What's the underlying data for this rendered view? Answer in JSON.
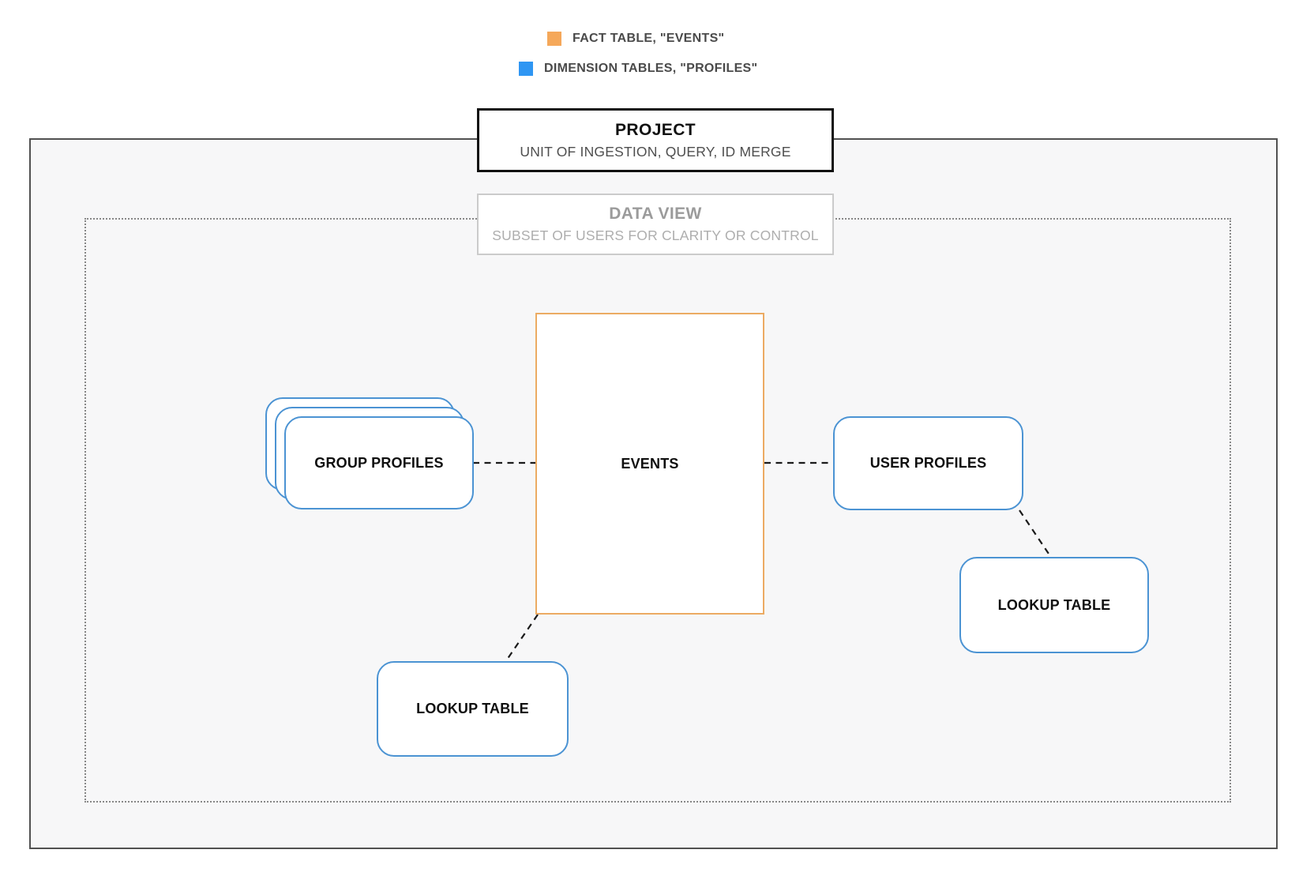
{
  "legend": {
    "items": [
      {
        "swatch": "fact-table-swatch",
        "color": "#f5a85a",
        "label": "FACT TABLE, \"EVENTS\""
      },
      {
        "swatch": "dimension-table-swatch",
        "color": "#2f96f3",
        "label": "DIMENSION TABLES, \"PROFILES\""
      }
    ]
  },
  "callouts": {
    "project": {
      "title": "PROJECT",
      "subtitle": "UNIT OF INGESTION, QUERY, ID MERGE"
    },
    "data_view": {
      "title": "DATA VIEW",
      "subtitle": "SUBSET OF USERS FOR CLARITY OR CONTROL"
    }
  },
  "nodes": {
    "events": {
      "label": "EVENTS",
      "type": "fact-table"
    },
    "group_profiles": {
      "label": "GROUP PROFILES",
      "type": "dimension-table-stack"
    },
    "user_profiles": {
      "label": "USER PROFILES",
      "type": "dimension-table"
    },
    "lookup_table_left": {
      "label": "LOOKUP TABLE",
      "type": "dimension-table"
    },
    "lookup_table_right": {
      "label": "LOOKUP TABLE",
      "type": "dimension-table"
    }
  },
  "colors": {
    "fact_border": "#ecab63",
    "dimension_border": "#4b93d3",
    "legend_fact": "#f5a85a",
    "legend_dimension": "#2f96f3",
    "boundary_solid": "#515151",
    "boundary_dotted": "#878787",
    "connector": "#1b1b1b"
  }
}
